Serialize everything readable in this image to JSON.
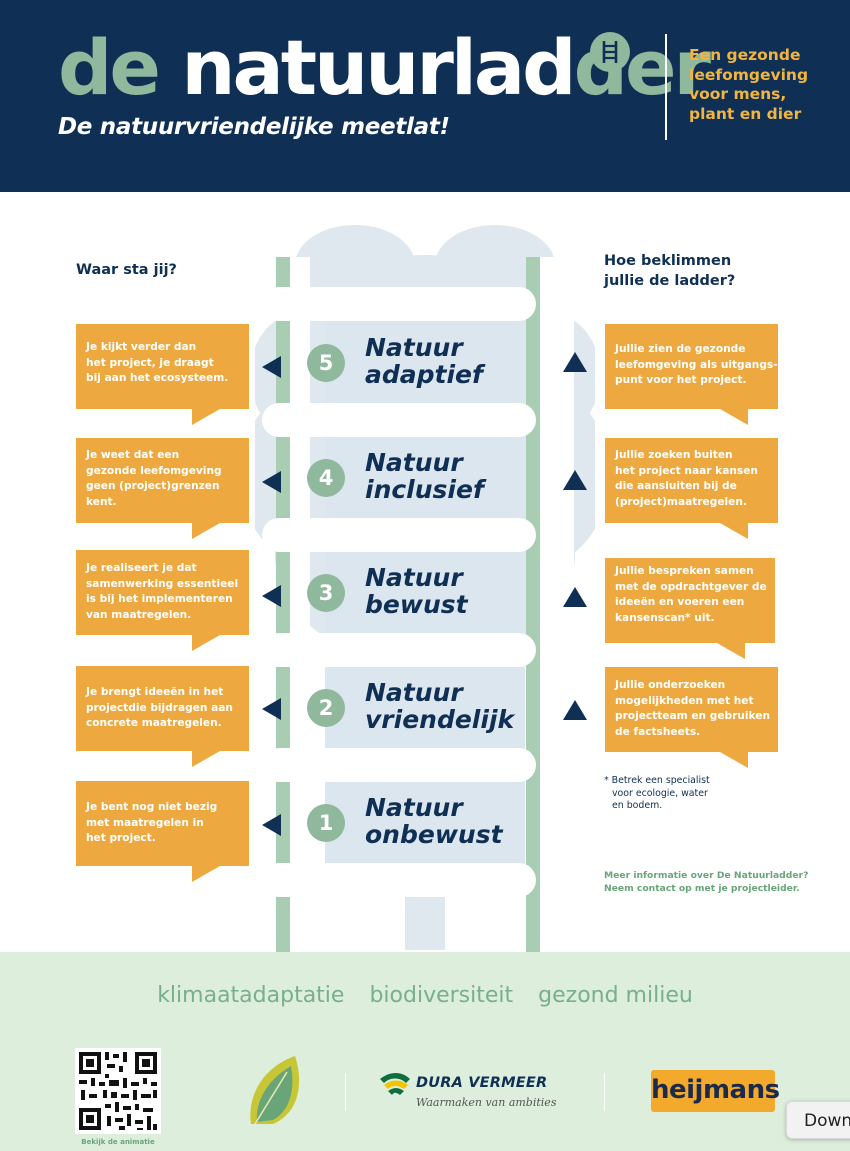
{
  "header": {
    "logo_part1": "de ",
    "logo_part2": "natuurlad",
    "logo_part3": "der",
    "tagline": "De natuurvriendelijke meetlat!",
    "slogan": [
      "Een gezonde",
      "leefomgeving",
      "voor mens,",
      "plant en dier"
    ]
  },
  "ladder": {
    "left_heading": "Waar sta jij?",
    "right_heading": [
      "Hoe beklimmen",
      "jullie de ladder?"
    ],
    "steps": [
      {
        "number": "5",
        "title": [
          "Natuur",
          "adaptief"
        ],
        "left_text": [
          "Je kijkt verder dan",
          "het project, je draagt",
          "bij aan het ecosysteem."
        ],
        "right_text": [
          "Jullie zien de gezonde",
          "leefomgeving als uitgangs-",
          "punt voor het project."
        ]
      },
      {
        "number": "4",
        "title": [
          "Natuur",
          "inclusief"
        ],
        "left_text": [
          "Je weet dat een",
          "gezonde leefomgeving",
          "geen (project)grenzen",
          "kent."
        ],
        "right_text": [
          "Jullie zoeken buiten",
          "het project naar kansen",
          "die aansluiten bij de",
          "(project)maatregelen."
        ]
      },
      {
        "number": "3",
        "title": [
          "Natuur",
          "bewust"
        ],
        "left_text": [
          "Je realiseert je dat",
          "samenwerking essentieel",
          "is bij het implementeren",
          "van maatregelen."
        ],
        "right_text": [
          "Jullie bespreken samen",
          "met de opdrachtgever de",
          "ideeën en voeren een",
          "kansenscan* uit."
        ]
      },
      {
        "number": "2",
        "title": [
          "Natuur",
          "vriendelijk"
        ],
        "left_text": [
          "Je brengt ideeën in het",
          "projectdie bijdragen aan",
          "concrete maatregelen."
        ],
        "right_text": [
          "Jullie onderzoeken",
          "mogelijkheden met het",
          "projectteam en gebruiken",
          "de factsheets."
        ]
      },
      {
        "number": "1",
        "title": [
          "Natuur",
          "onbewust"
        ],
        "left_text": [
          "Je bent nog niet bezig",
          "met maatregelen in",
          "het project."
        ]
      }
    ],
    "footnote": [
      "* Betrek een specialist",
      "voor ecologie, water",
      "en bodem."
    ],
    "contact": [
      "Meer informatie over De Natuurladder?",
      "Neem contact op met je projectleider."
    ]
  },
  "footer": {
    "themes": [
      "klimaatadaptatie",
      "biodiversiteit",
      "gezond milieu"
    ],
    "qr_label": "Bekijk de animatie",
    "dura_name": "DURA VERMEER",
    "dura_tagline": "Waarmaken van ambities",
    "heijmans": "heijmans"
  },
  "overlay": {
    "download_label": "Down"
  },
  "colors": {
    "navy": "#0f2f55",
    "green": "#8fb89c",
    "orange": "#eda93f",
    "footer_bg": "#deeedc"
  }
}
